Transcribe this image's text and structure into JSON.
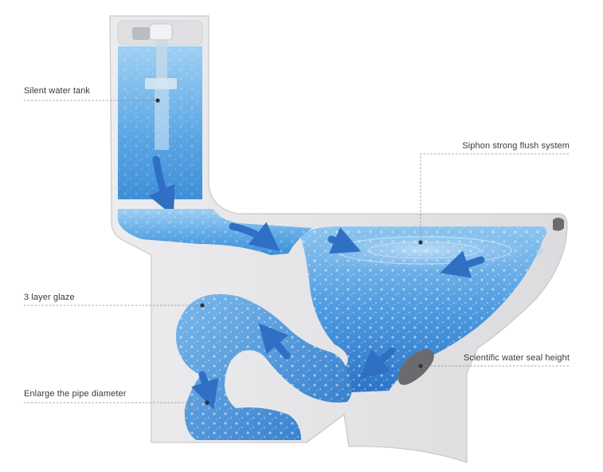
{
  "callouts": {
    "tank": "Silent water tank",
    "siphon": "Siphon strong flush system",
    "glaze": "3 layer glaze",
    "seal": "Scientific water seal height",
    "pipe": "Enlarge the pipe diameter"
  },
  "colors": {
    "ceramic": "#e6e6e8",
    "ceramic_edge": "#c9c9cc",
    "water_light": "#a9d4f2",
    "water_mid": "#5fa8e6",
    "water_deep": "#2e78c8",
    "arrow": "#2f6fc4",
    "leader_line": "#8a8a8a",
    "dot": "#333333"
  }
}
